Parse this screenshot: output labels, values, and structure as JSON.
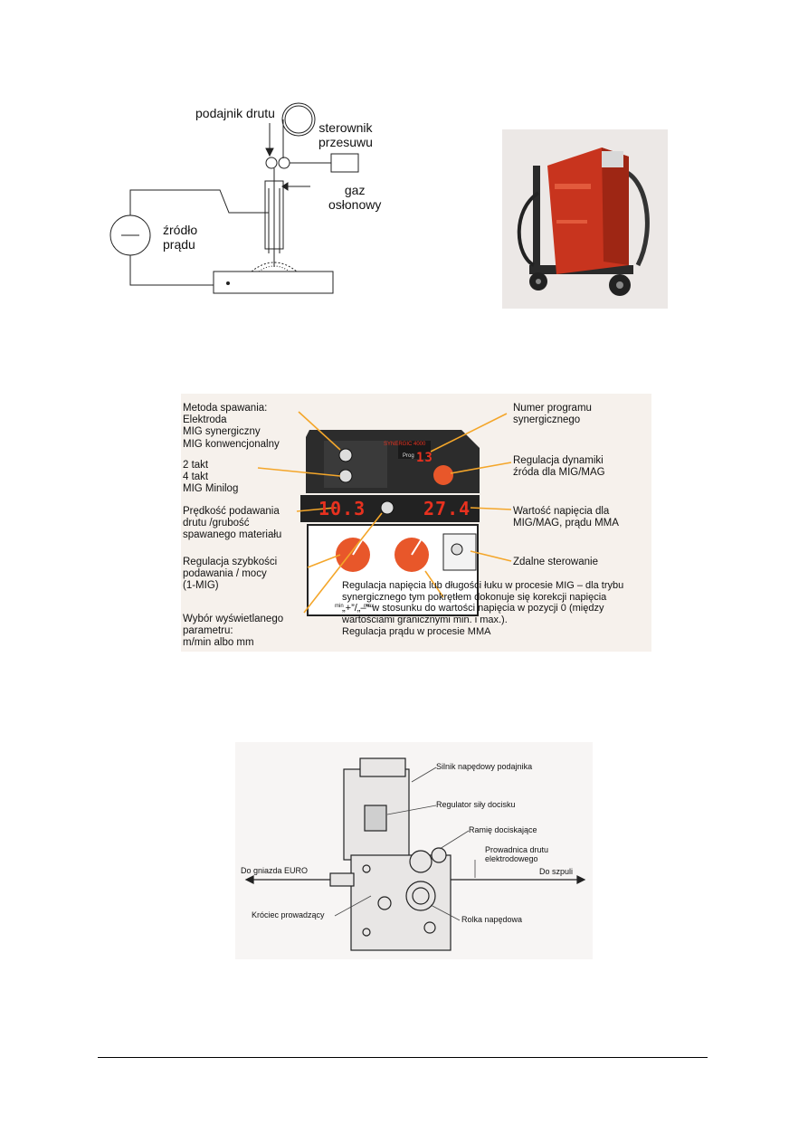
{
  "figure1": {
    "labels": {
      "wire_feeder": "podajnik drutu",
      "controller": "sterownik\nprzesuwu",
      "gas": "gaz\nosłonowy",
      "power_source": "źródło\nprądu"
    }
  },
  "figure2": {
    "labels": {
      "method": "Metoda spawania:\nElektroda\nMIG synergiczny\nMIG konwencjonalny",
      "takt": "2 takt\n4 takt\nMIG Minilog",
      "feed_speed": "Prędkość podawania\ndrutu /grubość\nspawanego materiału",
      "feed_regulation": "Regulacja szybkości\npodawania / mocy\n(1-MIG)",
      "param_select": "Wybór wyświetlanego\nparametru:\nm/min albo mm",
      "program_number": "Numer programu\nsynergicznego",
      "dynamics": "Regulacja dynamiki\nźróda dla MIG/MAG",
      "voltage_value": "Wartość napięcia dla\nMIG/MAG, prądu MMA",
      "remote": "Zdalne sterowanie",
      "voltage_regulation": "Regulacja napięcia lub długości łuku w procesie MIG – dla trybu\nsynergicznego tym pokrętłem dokonuje się korekcji napięcia\n„+”/„–” w stosunku do wartości napięcia w pozycji 0 (między\nwartościami granicznymi min. i max.).\nRegulacja prądu w procesie MMA"
    },
    "displays": {
      "left": "10.3",
      "right": "27.4",
      "program": "13"
    },
    "panel_text": {
      "brand": "SYNERGIC 4000",
      "prog": "Prog",
      "knob_min": "min",
      "knob_max": "max"
    }
  },
  "figure3": {
    "labels": {
      "motor": "Silnik napędowy podajnika",
      "pressure_regulator": "Regulator siły docisku",
      "pressure_arm": "Ramię dociskające",
      "wire_guide": "Prowadnica drutu\nelektrodowego",
      "to_euro": "Do gniazda EURO",
      "to_spool": "Do szpuli",
      "guide_tube": "Króciec prowadzący",
      "drive_roll": "Rolka napędowa"
    }
  },
  "colors": {
    "panel_dark": "#2c2c2c",
    "knob_orange": "#e8572a",
    "display_red": "#e8311f",
    "pointer_orange": "#f4a62a",
    "machine_red": "#c8341e"
  }
}
